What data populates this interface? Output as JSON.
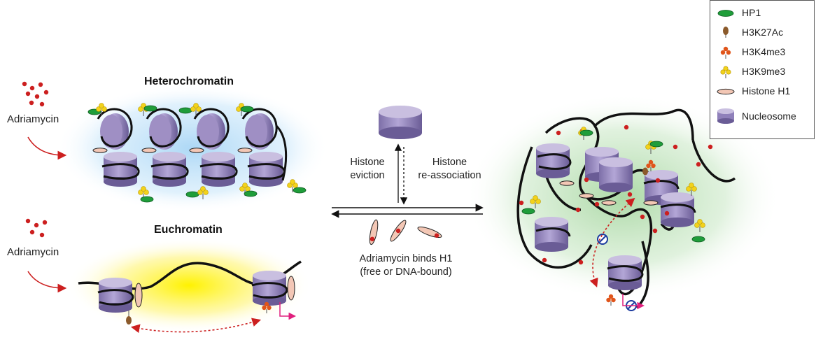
{
  "labels": {
    "heterochromatin": "Heterochromatin",
    "euchromatin": "Euchromatin",
    "adriamycin_top": "Adriamycin",
    "adriamycin_bottom": "Adriamycin",
    "eviction_line1": "Histone",
    "eviction_line2": "eviction",
    "reassoc_line1": "Histone",
    "reassoc_line2": "re-association",
    "binds_line1": "Adriamycin binds H1",
    "binds_line2": "(free or DNA-bound)"
  },
  "legend": {
    "items": [
      {
        "label": "HP1",
        "icon": "hp1-icon"
      },
      {
        "label": "H3K27Ac",
        "icon": "h3k27ac-icon"
      },
      {
        "label": "H3K4me3",
        "icon": "h3k4me3-icon"
      },
      {
        "label": "H3K9me3",
        "icon": "h3k9me3-icon"
      },
      {
        "label": "Histone H1",
        "icon": "histone-h1-icon"
      },
      {
        "label": "Nucleosome",
        "icon": "nucleosome-icon"
      }
    ]
  },
  "colors": {
    "nucleosome": "#9f8fc4",
    "nucleosome_top": "#c9bfe0",
    "hp1": "#1f9d3a",
    "h3k27ac": "#8b5a2b",
    "h3k4me3": "#e0551b",
    "h3k9me3": "#f2d21b",
    "adriamycin": "#cc1f1f",
    "histone_h1": "#f3c7b5",
    "hetero_glow": "#a9d6f5",
    "eu_glow": "#fff36b",
    "right_glow": "#b9dfb4",
    "dna": "#111111",
    "inhibit": "#1b3a9e",
    "tss_arrow": "#e0207e"
  }
}
